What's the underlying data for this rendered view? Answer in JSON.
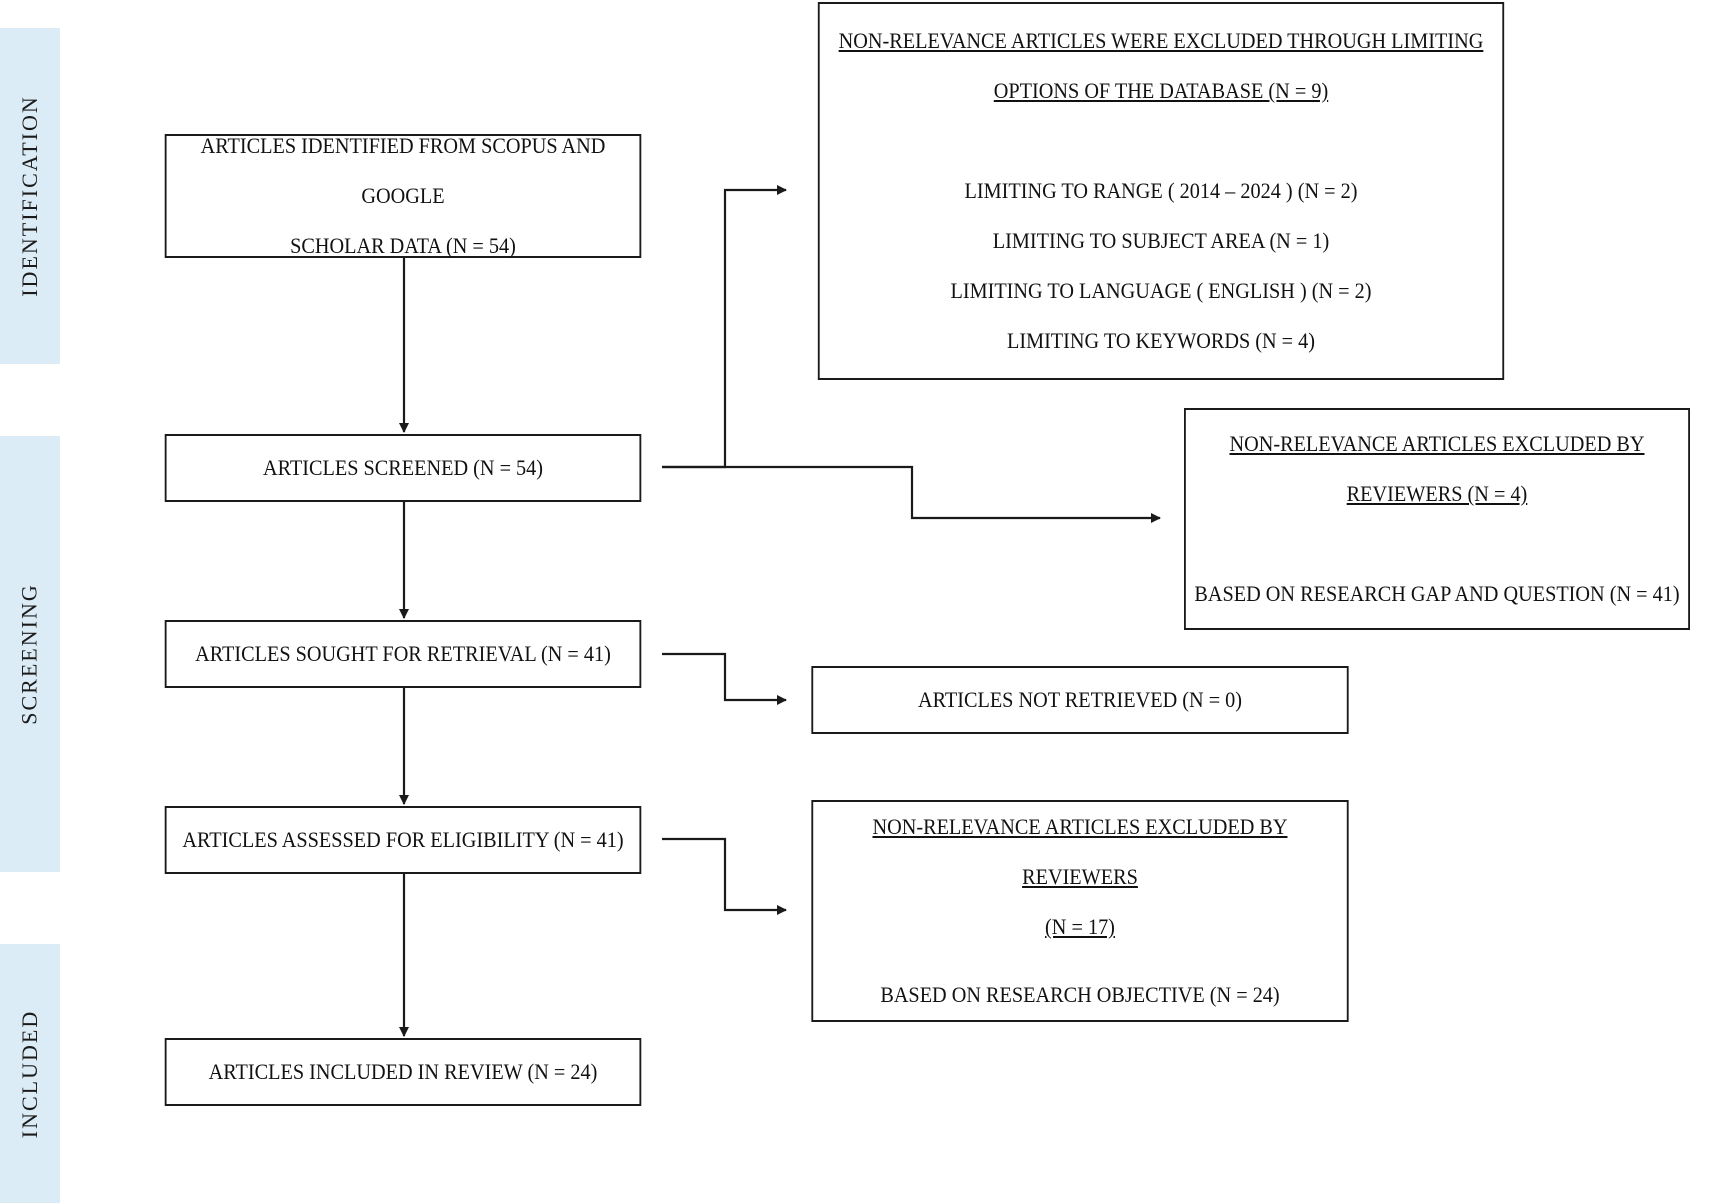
{
  "phases": {
    "identification": "IDENTIFICATION",
    "screening": "SCREENING",
    "included": "INCLUDED"
  },
  "main_flow": {
    "identified_line1": "ARTICLES IDENTIFIED FROM SCOPUS AND GOOGLE",
    "identified_line2": "SCHOLAR DATA (N = 54)",
    "screened": "ARTICLES SCREENED (N = 54)",
    "sought": "ARTICLES SOUGHT FOR RETRIEVAL (N = 41)",
    "assessed": "ARTICLES ASSESSED FOR ELIGIBILITY (N = 41)",
    "included": "ARTICLES INCLUDED IN REVIEW (N = 24)"
  },
  "database_exclusion": {
    "heading_line1": "NON-RELEVANCE ARTICLES WERE EXCLUDED THROUGH LIMITING",
    "heading_line2": "OPTIONS OF THE DATABASE (N = 9)",
    "items": [
      "LIMITING TO RANGE ( 2014 – 2024 ) (N = 2)",
      "LIMITING TO SUBJECT AREA (N = 1)",
      "LIMITING TO LANGUAGE ( ENGLISH ) (N = 2)",
      "LIMITING TO KEYWORDS (N = 4)"
    ]
  },
  "reviewer_exclusion_screening": {
    "heading_line1": "NON-RELEVANCE ARTICLES EXCLUDED BY",
    "heading_line2": "REVIEWERS (N = 4)",
    "detail": "BASED ON RESEARCH GAP AND QUESTION (N = 41)"
  },
  "not_retrieved": "ARTICLES NOT RETRIEVED (N = 0)",
  "reviewer_exclusion_eligibility": {
    "heading_line1": "NON-RELEVANCE ARTICLES EXCLUDED BY REVIEWERS",
    "heading_line2": "(N = 17)",
    "detail": "BASED ON RESEARCH OBJECTIVE (N = 24)"
  }
}
